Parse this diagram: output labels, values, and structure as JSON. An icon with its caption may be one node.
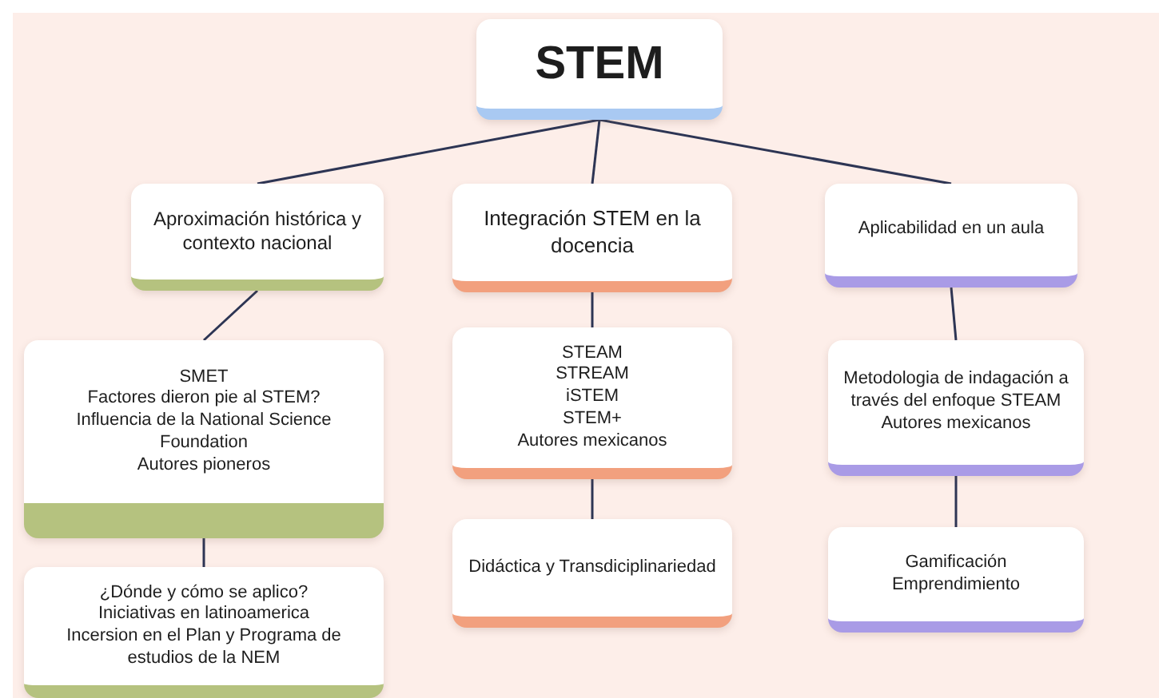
{
  "diagram": {
    "nodes": [
      {
        "text": [
          "STEM"
        ]
      },
      {
        "text": [
          "Aproximación histórica y contexto nacional"
        ]
      },
      {
        "text": [
          "Integración STEM en la docencia"
        ]
      },
      {
        "text": [
          "Aplicabilidad en un aula"
        ]
      },
      {
        "text": [
          "SMET",
          "Factores dieron pie al STEM?",
          "Influencia de la National Science Foundation",
          "Autores pioneros"
        ]
      },
      {
        "text": [
          "¿Dónde y cómo se aplico?",
          "Iniciativas en latinoamerica",
          "Incersion en el Plan y Programa de estudios de la NEM"
        ]
      },
      {
        "text": [
          "STEAM",
          "STREAM",
          "iSTEM",
          "STEM+",
          "Autores mexicanos"
        ]
      },
      {
        "text": [
          "Didáctica y Transdiciplinariedad"
        ]
      },
      {
        "text": [
          "Metodologia de indagación a través del enfoque STEAM",
          "Autores mexicanos"
        ]
      },
      {
        "text": [
          "Gamificación",
          "Emprendimiento"
        ]
      }
    ],
    "edges": [
      {
        "from": 0,
        "to": 1,
        "arrow": "none"
      },
      {
        "from": 0,
        "to": 2,
        "arrow": "none"
      },
      {
        "from": 0,
        "to": 3,
        "arrow": "none"
      },
      {
        "from": 1,
        "to": 4,
        "arrow": "none"
      },
      {
        "from": 4,
        "to": 5,
        "arrow": "none"
      },
      {
        "from": 2,
        "to": 6,
        "arrow": "none"
      },
      {
        "from": 6,
        "to": 7,
        "arrow": "none"
      },
      {
        "from": 3,
        "to": 8,
        "arrow": "none"
      },
      {
        "from": 8,
        "to": 9,
        "arrow": "none"
      }
    ]
  }
}
